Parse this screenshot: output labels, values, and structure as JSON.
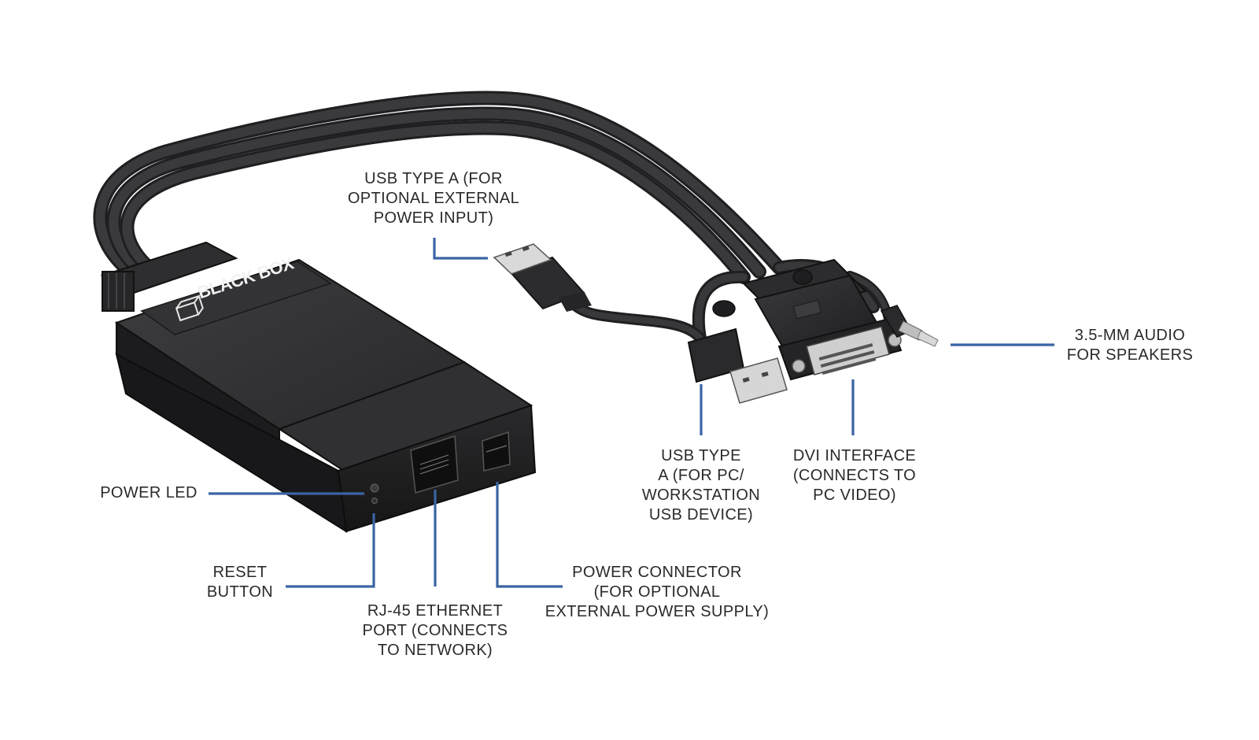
{
  "brand": "BLACK BOX",
  "colors": {
    "leader": "#3a64a4",
    "device_body": "#2b2b2d",
    "cable": "#333336",
    "label_text": "#2a2a2a"
  },
  "callouts": {
    "usb_power_input": [
      "USB TYPE A (FOR",
      "OPTIONAL EXTERNAL",
      "POWER INPUT)"
    ],
    "audio": [
      "3.5-MM AUDIO",
      "FOR SPEAKERS"
    ],
    "usb_pc": [
      "USB TYPE",
      "A (FOR PC/",
      "WORKSTATION",
      "USB DEVICE)"
    ],
    "dvi": [
      "DVI INTERFACE",
      "(CONNECTS TO",
      "PC VIDEO)"
    ],
    "power_led": [
      "POWER LED"
    ],
    "reset_button": [
      "RESET",
      "BUTTON"
    ],
    "rj45": [
      "RJ-45 ETHERNET",
      "PORT (CONNECTS",
      "TO NETWORK)"
    ],
    "power_connector": [
      "POWER CONNECTOR",
      "(FOR OPTIONAL",
      "EXTERNAL POWER SUPPLY)"
    ]
  }
}
